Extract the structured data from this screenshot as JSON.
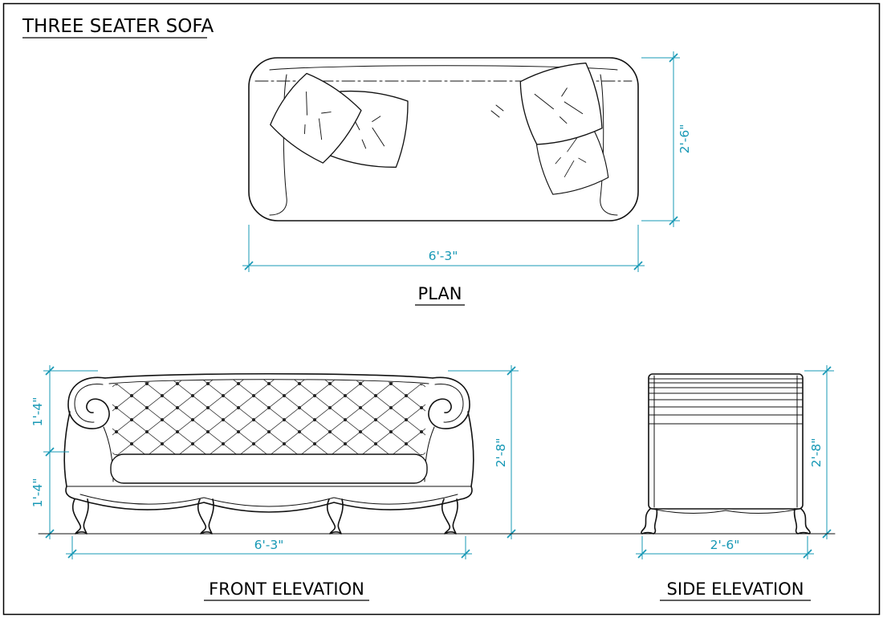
{
  "title": "THREE SEATER SOFA",
  "accent_color": "#1798b5",
  "line_color": "#111111",
  "views": {
    "plan": {
      "label": "PLAN",
      "width_dim": "6'-3\"",
      "depth_dim": "2'-6\""
    },
    "front": {
      "label": "FRONT ELEVATION",
      "width_dim": "6'-3\"",
      "height_dim": "2'-8\"",
      "back_height_dim": "1'-4\"",
      "seat_height_dim": "1'-4\""
    },
    "side": {
      "label": "SIDE ELEVATION",
      "width_dim": "2'-6\"",
      "height_dim": "2'-8\""
    }
  }
}
